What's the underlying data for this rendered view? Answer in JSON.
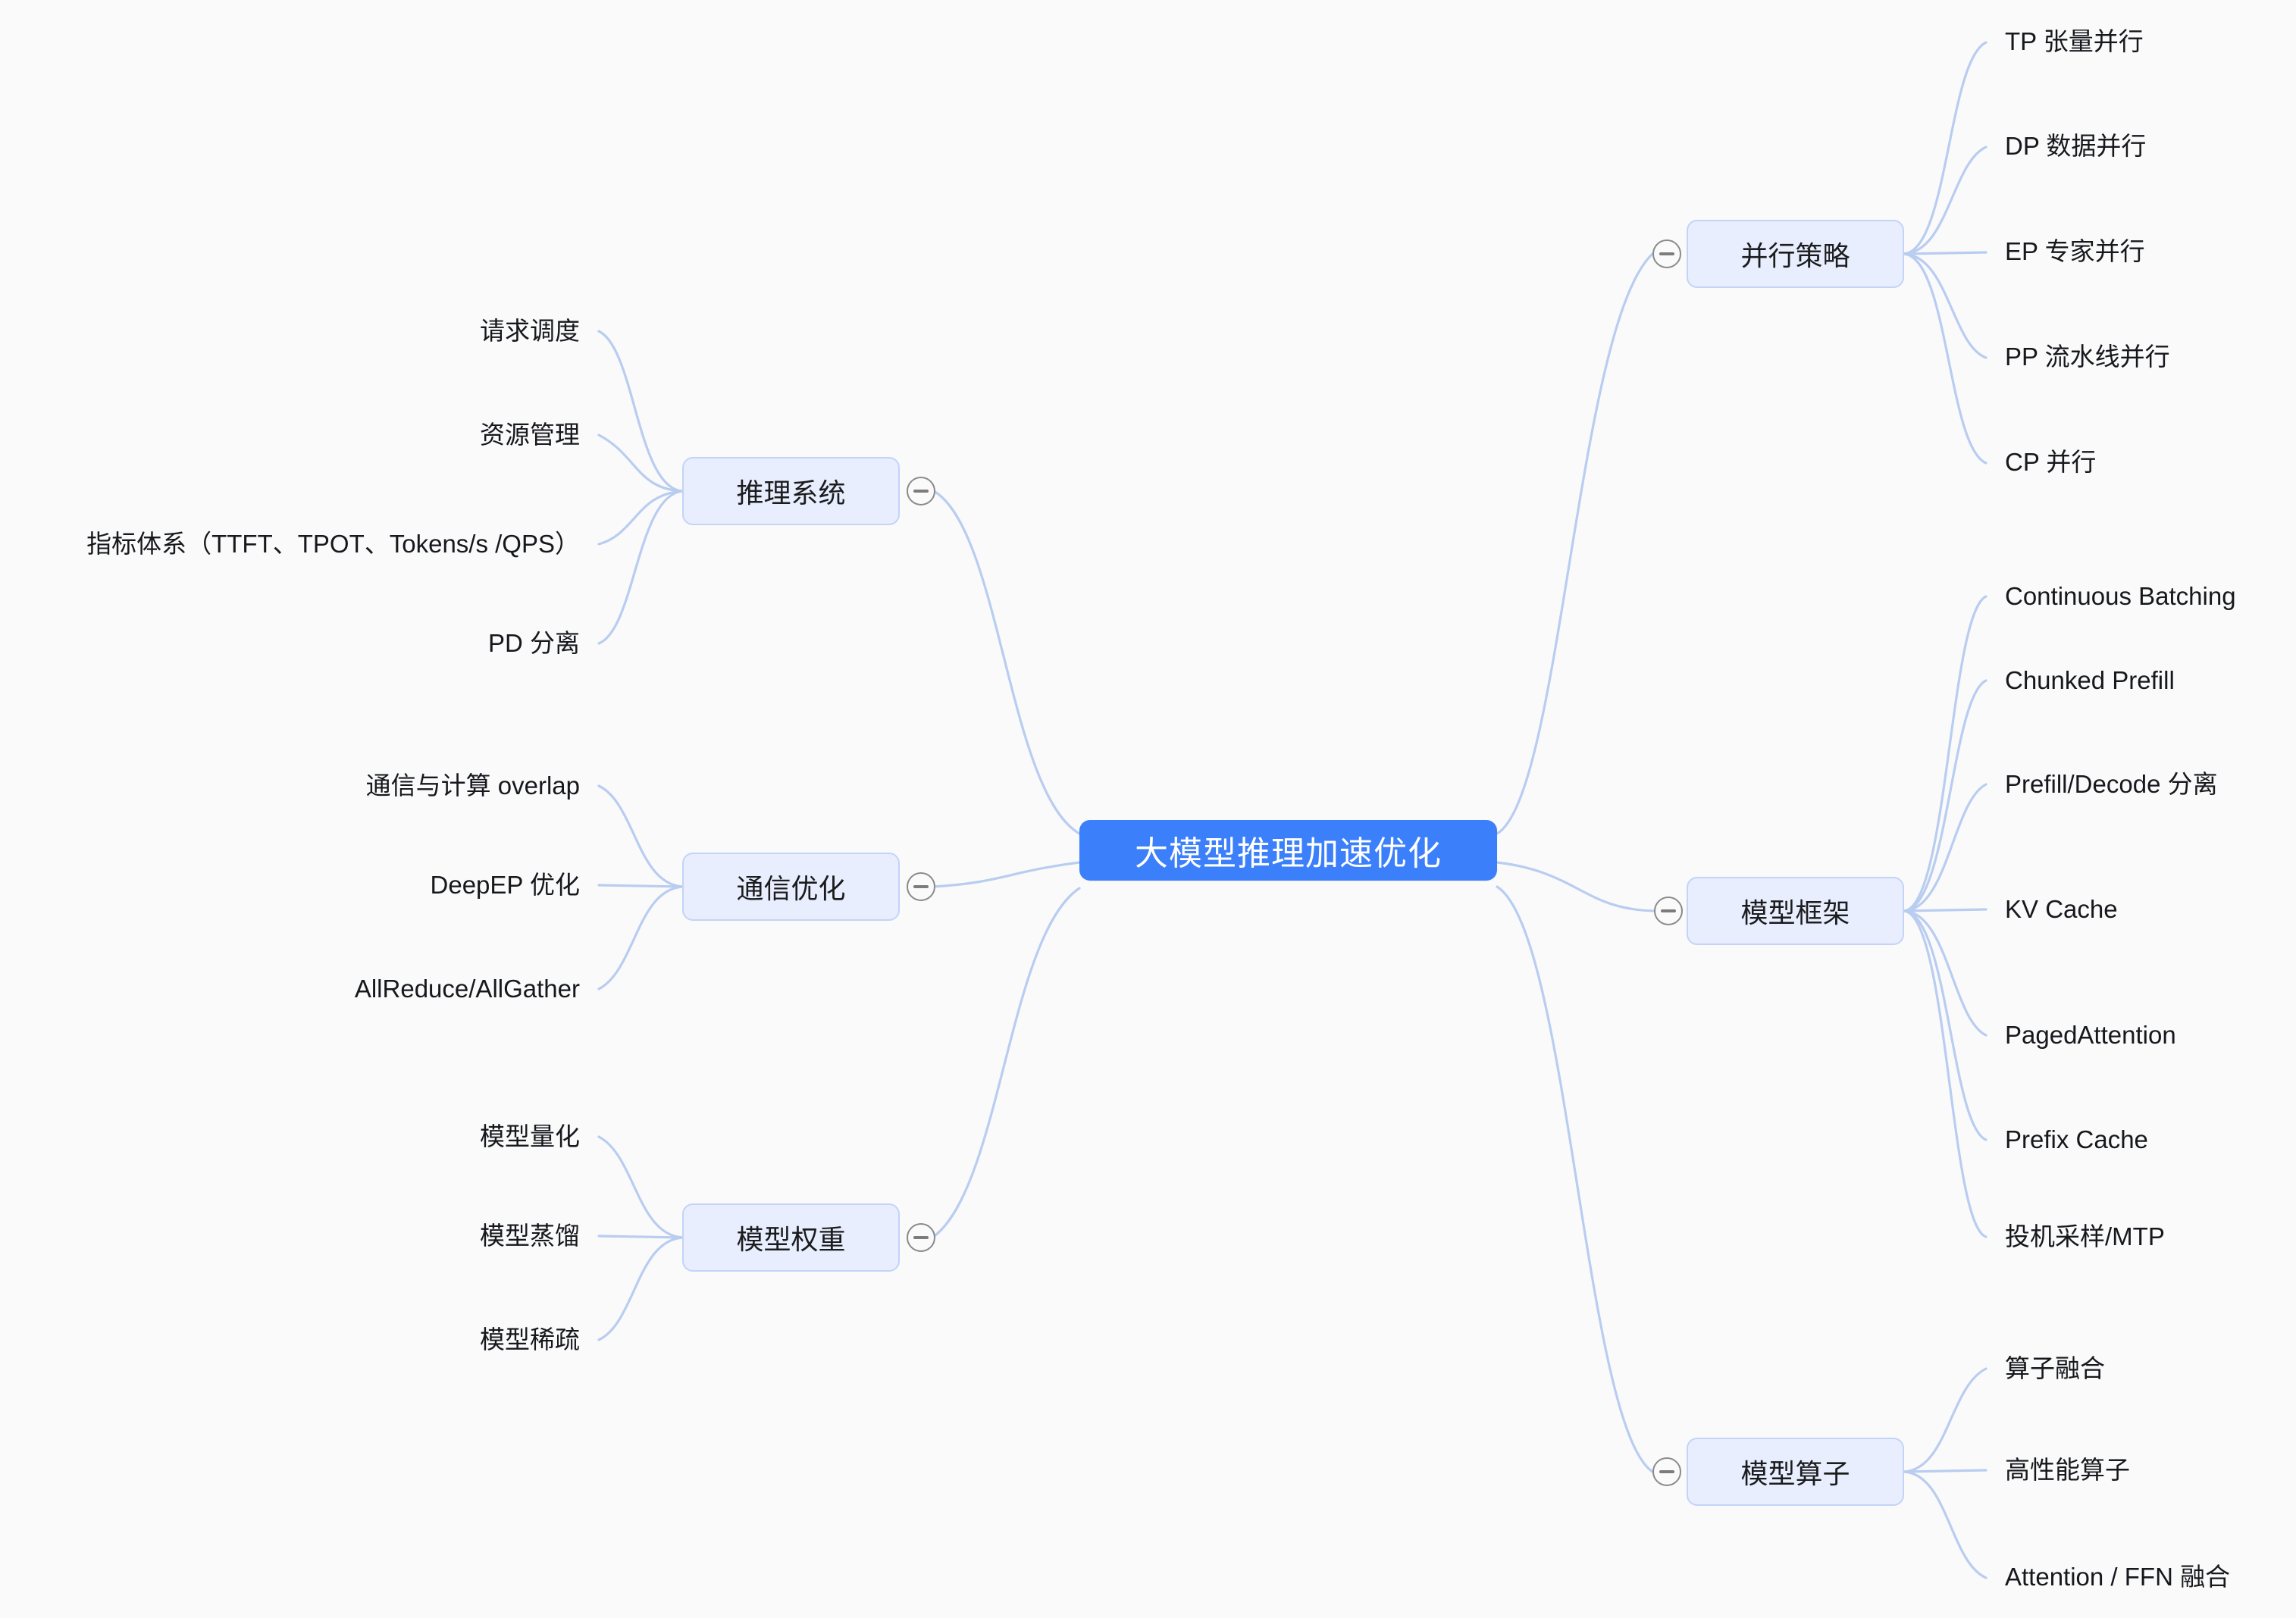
{
  "meta": {
    "view_type": "mindmap",
    "background_color": "#fafafb",
    "link_color": "#b9cdf0",
    "root_color": "#3b7ffb",
    "branch_fill": "#e8eefd",
    "branch_border": "#c3d4f7",
    "toggle_icon": "minus-circle-icon"
  },
  "root": {
    "label": "大模型推理加速优化"
  },
  "branches": [
    {
      "id": "parallel-strategy",
      "label": "并行策略",
      "side": "right",
      "collapse_state": "expanded",
      "children": [
        {
          "label": "TP 张量并行"
        },
        {
          "label": "DP 数据并行"
        },
        {
          "label": "EP 专家并行"
        },
        {
          "label": "PP 流水线并行"
        },
        {
          "label": "CP 并行"
        }
      ]
    },
    {
      "id": "model-framework",
      "label": "模型框架",
      "side": "right",
      "collapse_state": "expanded",
      "children": [
        {
          "label": "Continuous Batching"
        },
        {
          "label": "Chunked Prefill"
        },
        {
          "label": "Prefill/Decode 分离"
        },
        {
          "label": "KV Cache"
        },
        {
          "label": "PagedAttention"
        },
        {
          "label": "Prefix Cache"
        },
        {
          "label": "投机采样/MTP"
        }
      ]
    },
    {
      "id": "model-operator",
      "label": "模型算子",
      "side": "right",
      "collapse_state": "expanded",
      "children": [
        {
          "label": "算子融合"
        },
        {
          "label": "高性能算子"
        },
        {
          "label": "Attention / FFN 融合"
        }
      ]
    },
    {
      "id": "inference-system",
      "label": "推理系统",
      "side": "left",
      "collapse_state": "expanded",
      "children": [
        {
          "label": "请求调度"
        },
        {
          "label": "资源管理"
        },
        {
          "label": "指标体系（TTFT、TPOT、Tokens/s /QPS）"
        },
        {
          "label": "PD 分离"
        }
      ]
    },
    {
      "id": "communication-optimization",
      "label": "通信优化",
      "side": "left",
      "collapse_state": "expanded",
      "children": [
        {
          "label": "通信与计算 overlap"
        },
        {
          "label": "DeepEP 优化"
        },
        {
          "label": "AllReduce/AllGather"
        }
      ]
    },
    {
      "id": "model-weights",
      "label": "模型权重",
      "side": "left",
      "collapse_state": "expanded",
      "children": [
        {
          "label": "模型量化"
        },
        {
          "label": "模型蒸馏"
        },
        {
          "label": "模型稀疏"
        }
      ]
    }
  ]
}
